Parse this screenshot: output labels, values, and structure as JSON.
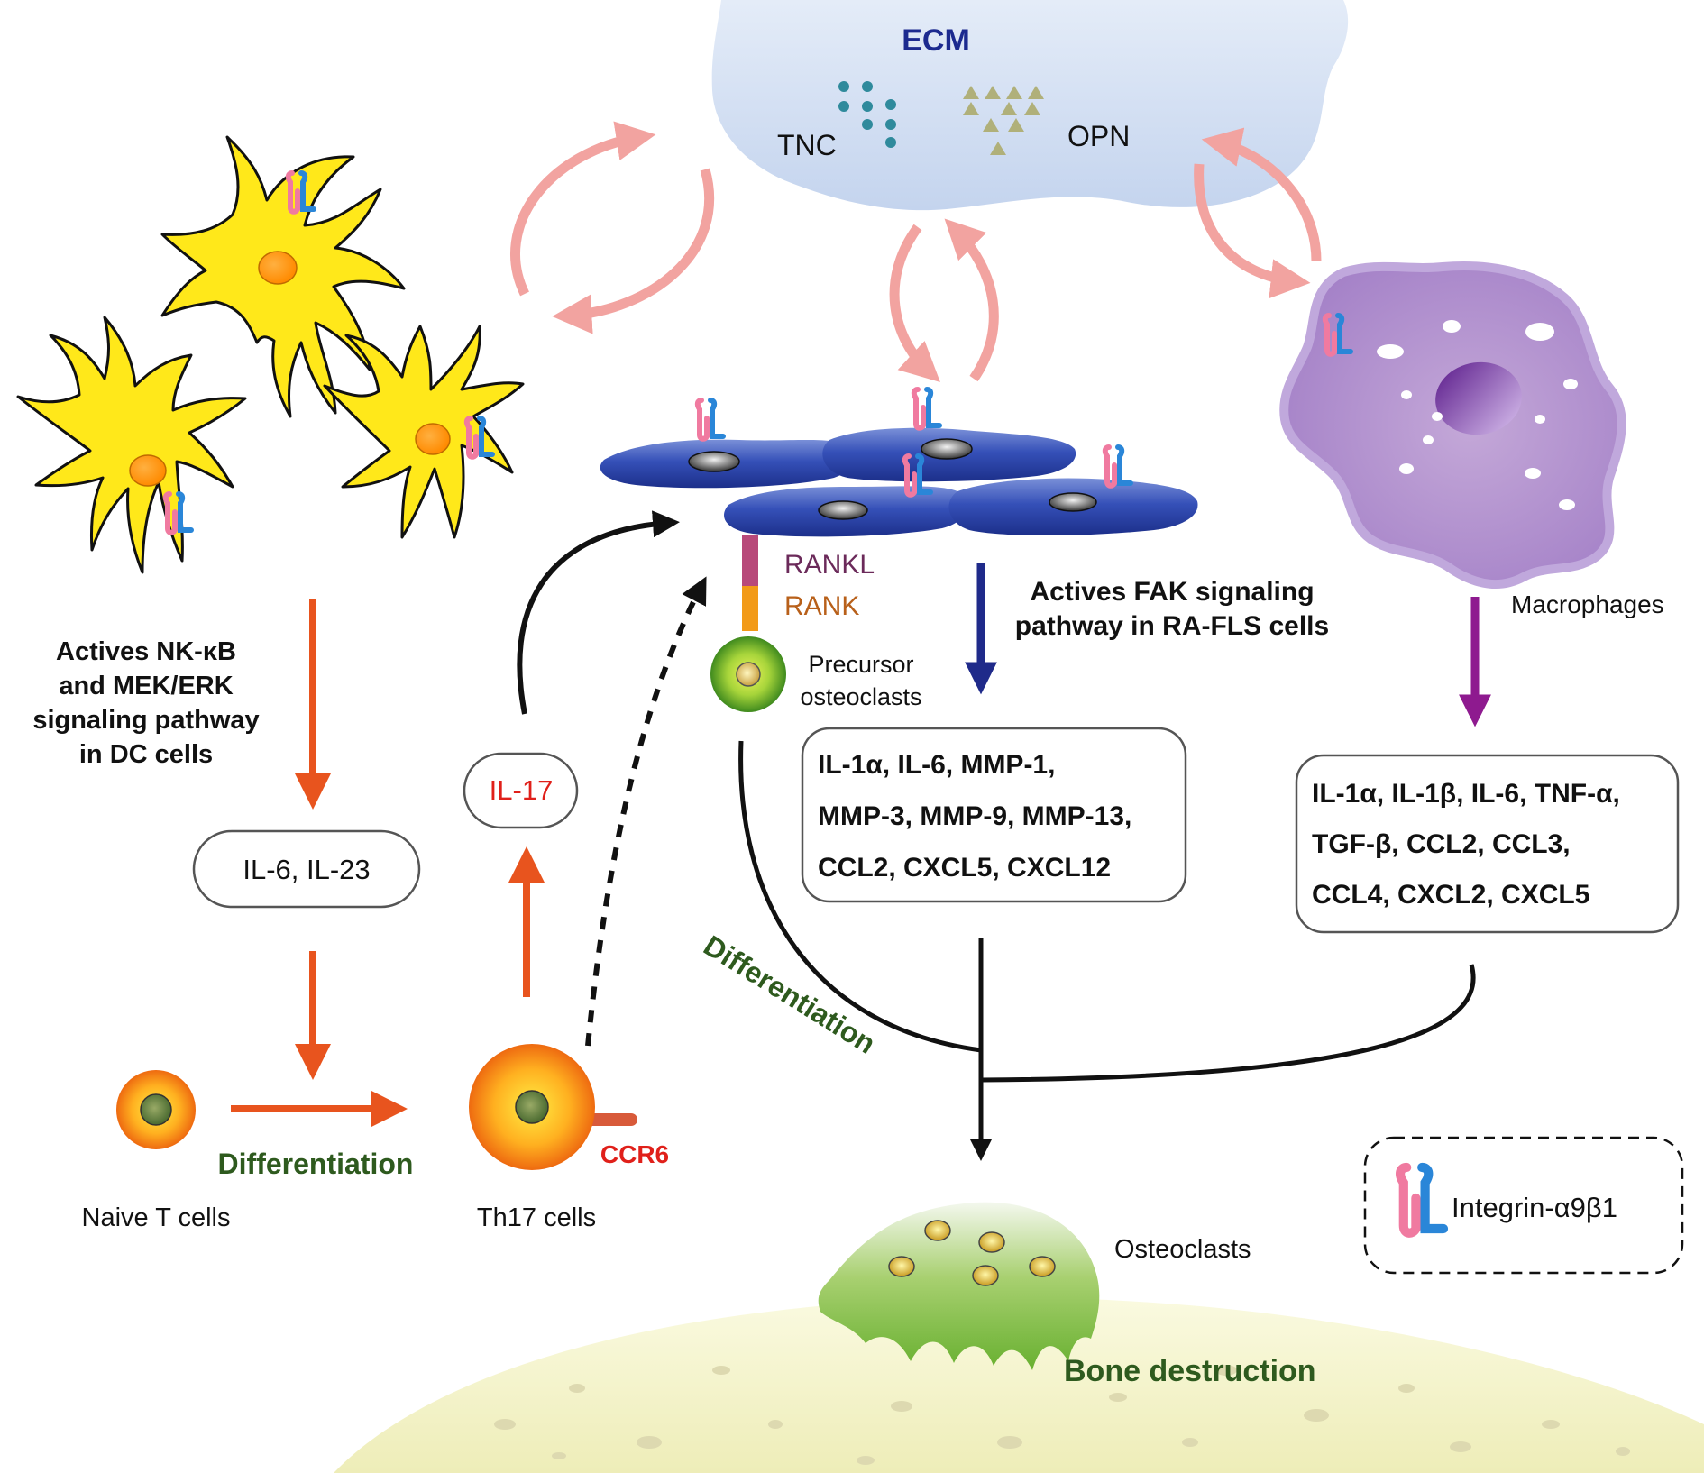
{
  "ecm": {
    "title": "ECM",
    "tnc": "TNC",
    "opn": "OPN"
  },
  "dc": {
    "signaling_line1": "Actives NK-κB",
    "signaling_line2": "and MEK/ERK",
    "signaling_line3": "signaling pathway",
    "signaling_line4": "in DC cells",
    "cytokines": "IL-6, IL-23"
  },
  "t_cells": {
    "naive_label": "Naive T cells",
    "differentiation": "Differentiation",
    "th17_label": "Th17 cells",
    "ccr6": "CCR6",
    "il17": "IL-17"
  },
  "fls": {
    "rankl": "RANKL",
    "rank": "RANK",
    "precursor_line1": "Precursor",
    "precursor_line2": "osteoclasts",
    "signaling_line1": "Actives FAK signaling",
    "signaling_line2": "pathway in RA-FLS cells",
    "cytokines_line1": "IL-1α, IL-6, MMP-1,",
    "cytokines_line2": "MMP-3, MMP-9, MMP-13,",
    "cytokines_line3": "CCL2,  CXCL5, CXCL12",
    "differentiation": "Differentiation"
  },
  "macrophages": {
    "label": "Macrophages",
    "cytokines_line1": "IL-1α, IL-1β, IL-6, TNF-α,",
    "cytokines_line2": "TGF-β, CCL2, CCL3,",
    "cytokines_line3": "CCL4, CXCL2, CXCL5"
  },
  "bone": {
    "osteoclasts": "Osteoclasts",
    "destruction": "Bone destruction"
  },
  "legend": {
    "integrin": "Integrin-α9β1"
  },
  "colors": {
    "orange_arrow": "#e8541e",
    "pink_arrow": "#f2a3a0",
    "navy_arrow": "#1f2a8a",
    "purple_arrow": "#8e1a8f",
    "dark_green_text": "#2e5a1e",
    "red_text": "#e0201a",
    "ecm_title": "#1c2a8f",
    "rankl_text": "#6b2a5a",
    "rank_text": "#b8601a"
  }
}
